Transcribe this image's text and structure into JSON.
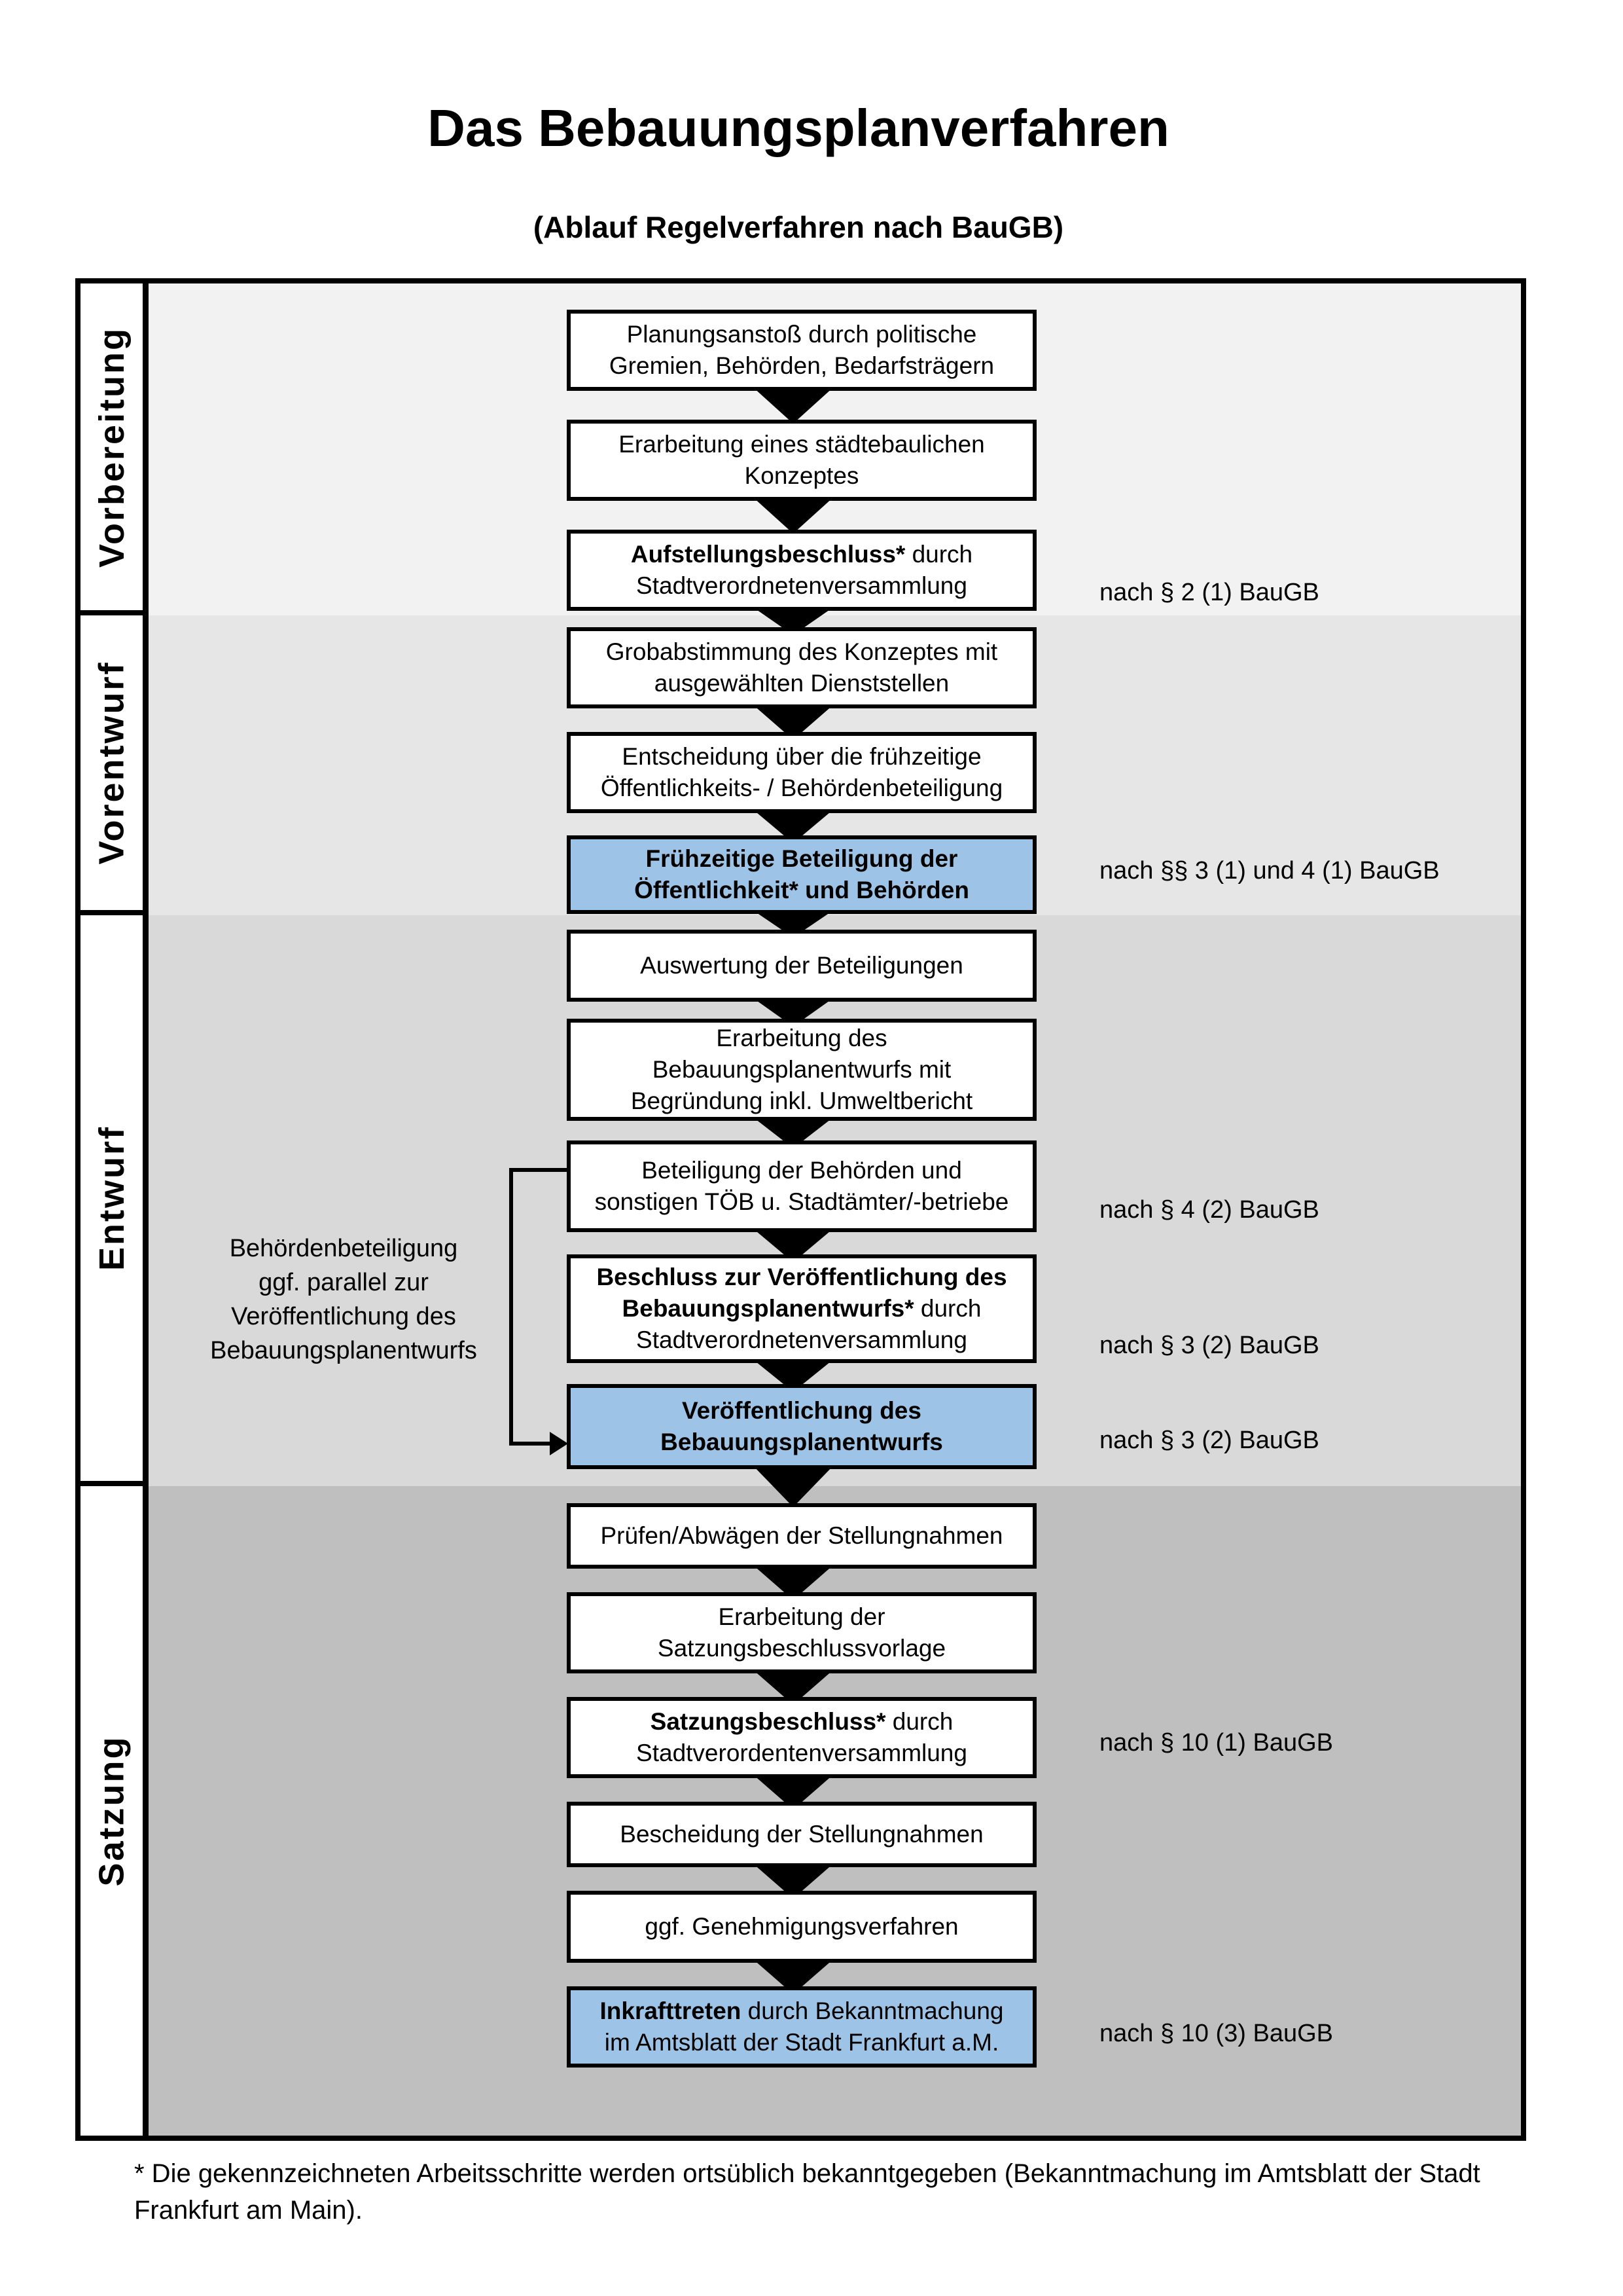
{
  "page": {
    "title": "Das Bebauungsplanverfahren",
    "subtitle": "(Ablauf Regelverfahren nach BauGB)"
  },
  "sections": [
    {
      "label": "Vorbereitung"
    },
    {
      "label": "Vorentwurf"
    },
    {
      "label": "Entwurf"
    },
    {
      "label": "Satzung"
    }
  ],
  "boxes": {
    "planungsanstoss": {
      "l1": "Planungsanstoß durch politische",
      "l2": "Gremien, Behörden, Bedarfsträgern"
    },
    "konzept": {
      "l1": "Erarbeitung eines städtebaulichen",
      "l2": "Konzeptes"
    },
    "aufstellungsbeschluss": {
      "l1_bold": "Aufstellungsbeschluss*",
      "l1_rest": " durch",
      "l2": "Stadtverordnetenversammlung",
      "note": "nach § 2 (1) BauGB"
    },
    "grobabstimmung": {
      "l1": "Grobabstimmung des Konzeptes mit",
      "l2": "ausgewählten Dienststellen"
    },
    "entscheidung": {
      "l1": "Entscheidung über die frühzeitige",
      "l2": "Öffentlichkeits- / Behördenbeteiligung"
    },
    "fruehzeitige_beteiligung": {
      "l1": "Frühzeitige Beteiligung der",
      "l2": "Öffentlichkeit* und Behörden",
      "note": "nach §§ 3 (1) und 4 (1) BauGB"
    },
    "auswertung": {
      "l1": "Auswertung der Beteiligungen"
    },
    "erarbeitung_entwurf": {
      "l1": "Erarbeitung des",
      "l2": "Bebauungsplanentwurfs mit",
      "l3": "Begründung inkl. Umweltbericht"
    },
    "behoerdenbeteiligung": {
      "l1": "Beteiligung der Behörden und",
      "l2": "sonstigen TÖB u. Stadtämter/-betriebe",
      "note": "nach § 4 (2) BauGB"
    },
    "beschluss_veroeffentlichung": {
      "l1_bold": "Beschluss zur Veröffentlichung des",
      "l2_bold": "Bebauungsplanentwurfs*",
      "l2_rest": " durch",
      "l3": "Stadtverordnetenversammlung",
      "note": "nach § 3 (2) BauGB"
    },
    "veroeffentlichung": {
      "l1": "Veröffentlichung des",
      "l2": "Bebauungsplanentwurfs",
      "note": "nach § 3 (2) BauGB"
    },
    "pruefen": {
      "l1": "Prüfen/Abwägen der Stellungnahmen"
    },
    "satzungsvorlage": {
      "l1": "Erarbeitung der",
      "l2": "Satzungsbeschlussvorlage"
    },
    "satzungsbeschluss": {
      "l1_bold": "Satzungsbeschluss*",
      "l1_rest": " durch",
      "l2": "Stadtverordentenversammlung",
      "note": "nach § 10 (1) BauGB"
    },
    "bescheidung": {
      "l1": "Bescheidung der Stellungnahmen"
    },
    "genehmigung": {
      "l1": "ggf. Genehmigungsverfahren"
    },
    "inkrafttreten": {
      "l1_bold": "Inkrafttreten",
      "l1_rest": " durch Bekanntmachung",
      "l2": "im Amtsblatt der Stadt Frankfurt a.M.",
      "note": "nach § 10 (3) BauGB"
    }
  },
  "side_note": {
    "l1": "Behördenbeteiligung",
    "l2": "ggf. parallel zur",
    "l3": "Veröffentlichung des",
    "l4": "Bebauungsplanentwurfs"
  },
  "footnote": "* Die gekennzeichneten Arbeitsschritte werden ortsüblich bekanntgegeben (Bekanntmachung im Amtsblatt  der Stadt Frankfurt am Main).",
  "colors": {
    "highlight_blue": "#9DC3E6",
    "section_bg_vorbereitung": "#F2F2F2",
    "section_bg_vorentwurf": "#E6E6E6",
    "section_bg_entwurf": "#D9D9D9",
    "section_bg_satzung": "#BFBFBF"
  }
}
